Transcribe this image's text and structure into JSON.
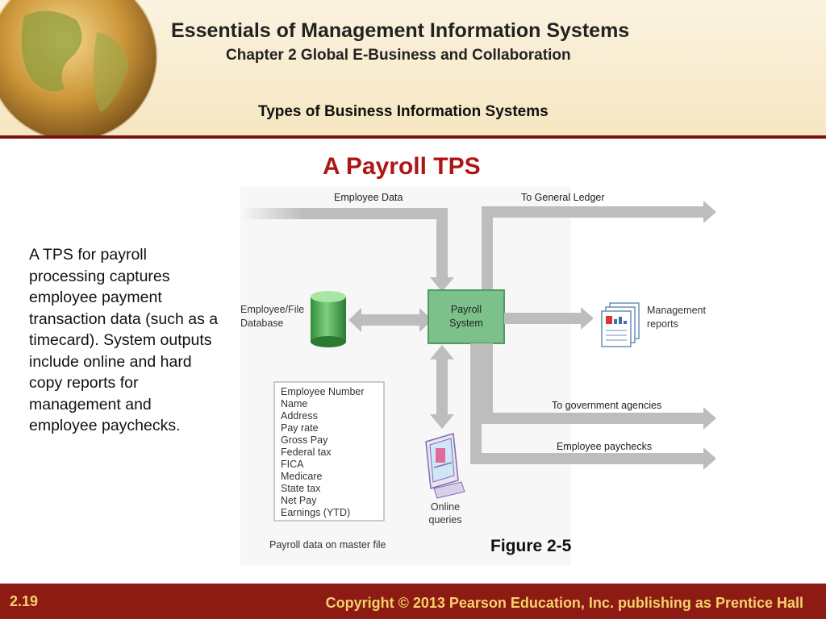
{
  "header": {
    "title": "Essentials of Management Information Systems",
    "subtitle": "Chapter 2 Global E-Business and Collaboration",
    "section": "Types of Business Information Systems"
  },
  "slide": {
    "title": "A Payroll TPS",
    "description": "A TPS for payroll processing captures employee payment transaction data (such as a timecard). System outputs include online and hard copy reports for management and employee paychecks.",
    "figure_label": "Figure 2-5"
  },
  "diagram": {
    "employee_data": "Employee Data",
    "general_ledger": "To General Ledger",
    "db_label_1": "Employee/File",
    "db_label_2": "Database",
    "payroll_1": "Payroll",
    "payroll_2": "System",
    "mgmt_1": "Management",
    "mgmt_2": "reports",
    "gov": "To government agencies",
    "paychecks": "Employee paychecks",
    "online_1": "Online",
    "online_2": "queries",
    "master_file": "Payroll data on master file",
    "fields": [
      "Employee Number",
      "Name",
      "Address",
      "Pay rate",
      "Gross Pay",
      "Federal tax",
      "FICA",
      "Medicare",
      "State tax",
      "Net Pay",
      "Earnings (YTD)"
    ]
  },
  "colors": {
    "accent_red": "#b01515",
    "footer_red": "#8e1a14",
    "footer_text": "#f3d26a",
    "payroll_green": "#7cc08a",
    "arrow_gray": "#bdbdbd"
  },
  "footer": {
    "slide_number": "2.19",
    "copyright": "Copyright © 2013 Pearson Education, Inc. publishing as Prentice Hall"
  }
}
